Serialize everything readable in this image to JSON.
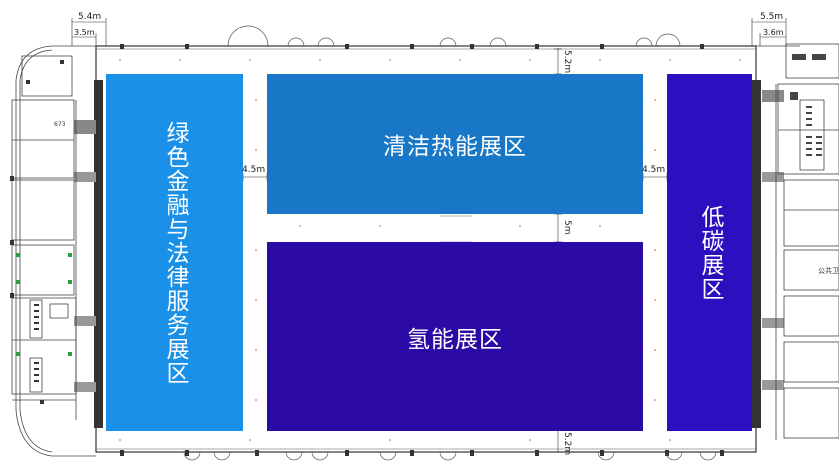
{
  "zones": {
    "green_finance": {
      "label": "绿色金融与法律服务展区",
      "color": "#1a90e8"
    },
    "clean_heat": {
      "label": "清洁热能展区",
      "color": "#1877c6"
    },
    "hydrogen": {
      "label": "氢能展区",
      "color": "#2b0aa6"
    },
    "low_carbon": {
      "label": "低碳展区",
      "color": "#2d0fbf"
    }
  },
  "dimensions": {
    "top_left_outer": "5.4m",
    "top_left_inner": "3.5m",
    "top_right_outer": "5.5m",
    "top_right_inner": "3.6m",
    "top_gap": "5.2m",
    "left_gap": "4.5m",
    "right_gap": "4.5m",
    "middle_gap": "5m",
    "bottom_gap": "5.2m"
  },
  "annotations": {
    "right_room": "公共卫",
    "left_room": "673"
  }
}
